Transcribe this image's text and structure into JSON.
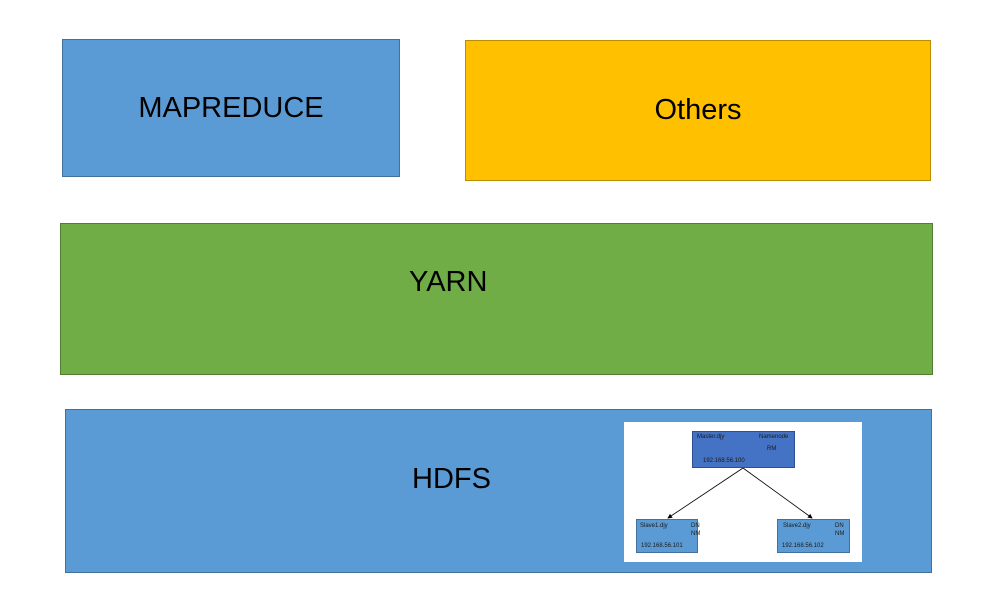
{
  "colors": {
    "blue": "#5b9bd5",
    "orange": "#ffc000",
    "green": "#70ad47",
    "node_dark_blue": "#4472c4",
    "node_light_blue": "#5b9bd5"
  },
  "blocks": {
    "mapreduce": {
      "label": "MAPREDUCE"
    },
    "others": {
      "label": "Others"
    },
    "yarn": {
      "label": "YARN"
    },
    "hdfs": {
      "label": "HDFS"
    }
  },
  "cluster": {
    "master": {
      "host": "Master.djy",
      "role1": "Namenode",
      "role2": "RM",
      "ip": "192.168.56.100"
    },
    "slave1": {
      "host": "Slave1.djy",
      "role1": "DN",
      "role2": "NM",
      "ip": "192.168.56.101"
    },
    "slave2": {
      "host": "Slave2.djy",
      "role1": "DN",
      "role2": "NM",
      "ip": "192.168.56.102"
    }
  }
}
